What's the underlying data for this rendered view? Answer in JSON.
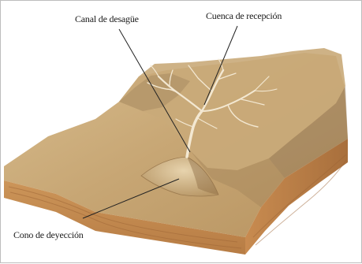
{
  "labels": {
    "channel": "Canal de desagüe",
    "basin": "Cuenca de recepción",
    "cone": "Cono de deyección"
  },
  "colors": {
    "terrain_top": "#c9aa79",
    "terrain_light": "#dcc39a",
    "front_face": "#c58f55",
    "side_face": "#b57a45",
    "ridge_shadow": "#8d7455",
    "stream": "#f4ead6",
    "leader_line": "#222222"
  }
}
